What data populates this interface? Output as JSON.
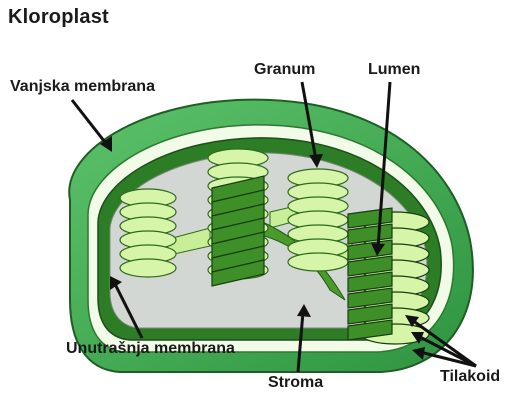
{
  "title": "Kloroplast",
  "labels": {
    "outer_membrane": "Vanjska membrana",
    "granum": "Granum",
    "lumen": "Lumen",
    "inner_membrane": "Unutrašnja membrana",
    "stroma": "Stroma",
    "thylakoid": "Tilakoid"
  },
  "colors": {
    "outer_green": "#3aa84b",
    "dark_green": "#2e7d1f",
    "stroma_gray": "#cfd3d0",
    "thylakoid_light": "#d6f5a8",
    "thylakoid_dark": "#3f8f28"
  }
}
